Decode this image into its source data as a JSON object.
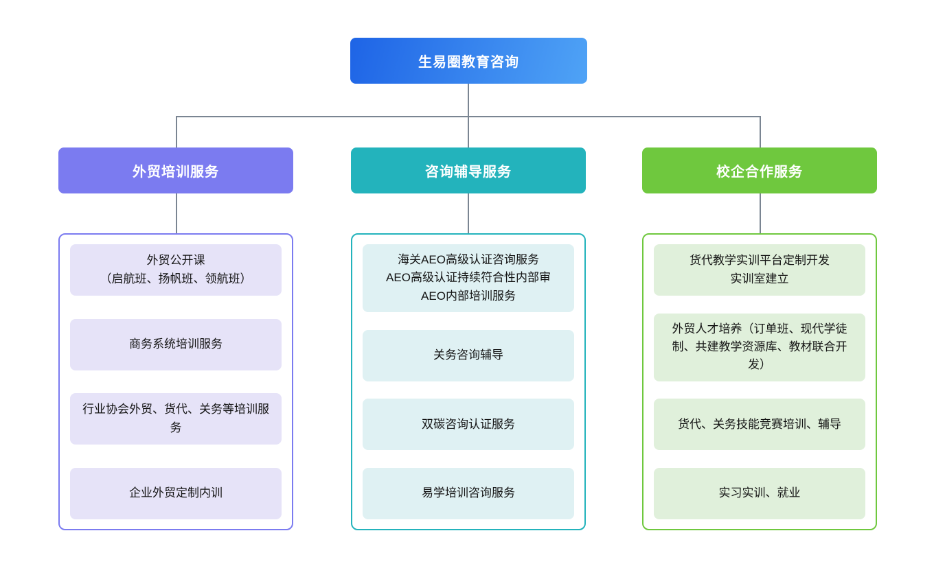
{
  "diagram": {
    "root": {
      "label": "生易圈教育咨询"
    },
    "branches": [
      {
        "label": "外贸培训服务",
        "items": [
          "外贸公开课\n（启航班、扬帆班、领航班）",
          "商务系统培训服务",
          "行业协会外贸、货代、关务等培训服务",
          "企业外贸定制内训"
        ]
      },
      {
        "label": "咨询辅导服务",
        "items": [
          "海关AEO高级认证咨询服务\nAEO高级认证持续符合性内部审\nAEO内部培训服务",
          "关务咨询辅导",
          "双碳咨询认证服务",
          "易学培训咨询服务"
        ]
      },
      {
        "label": "校企合作服务",
        "items": [
          "货代教学实训平台定制开发\n实训室建立",
          "外贸人才培养（订单班、现代学徒制、共建教学资源库、教材联合开发）",
          "货代、关务技能竞赛培训、辅导",
          "实习实训、就业"
        ]
      }
    ],
    "colors": {
      "root_gradient_start": "#1E64E6",
      "root_gradient_end": "#4FA3F6",
      "branch_1": "#7B7BF0",
      "branch_1_item_bg": "#E6E3F8",
      "branch_2": "#23B3BC",
      "branch_2_item_bg": "#DFF1F3",
      "branch_3": "#6FC83E",
      "branch_3_item_bg": "#E0F0DB",
      "connector": "#7A8592"
    }
  }
}
